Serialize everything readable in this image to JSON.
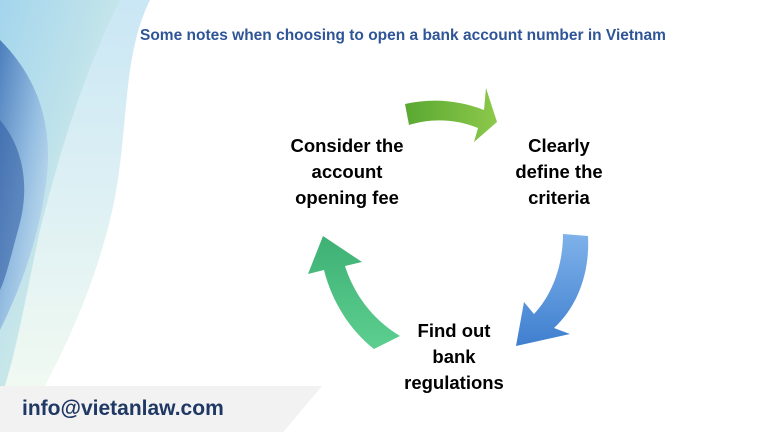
{
  "title": "Some notes when choosing to open a bank account number in Vietnam",
  "cycle": {
    "nodes": [
      {
        "lines": [
          "Consider the",
          "account",
          "opening fee"
        ]
      },
      {
        "lines": [
          "Clearly",
          "define the",
          "criteria"
        ]
      },
      {
        "lines": [
          "Find out",
          "bank",
          "regulations"
        ]
      }
    ],
    "arrow_colors": [
      "#6cb33f",
      "#4a86d4",
      "#4cbf86"
    ]
  },
  "footer": {
    "email": "info@vietanlaw.com"
  },
  "colors": {
    "title": "#2f5597",
    "email": "#1f3864"
  }
}
